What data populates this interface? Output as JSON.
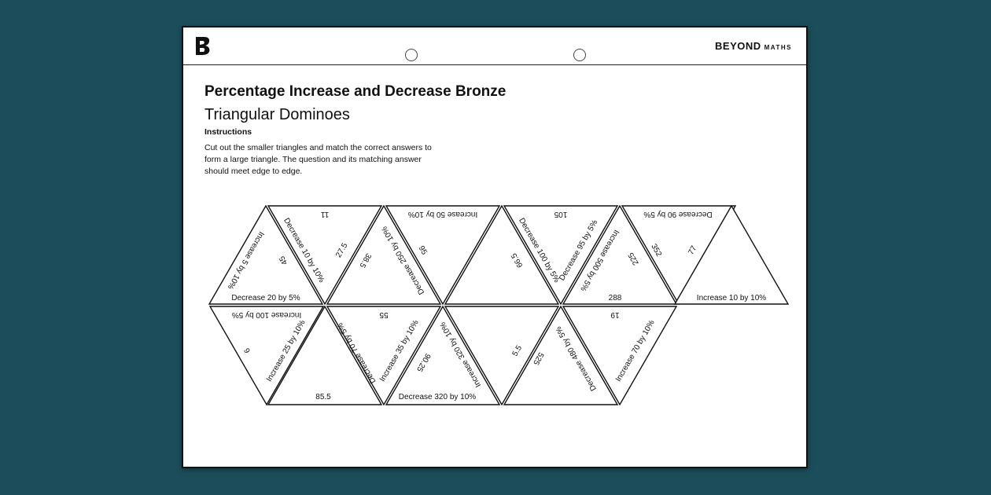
{
  "header": {
    "brand": "BEYOND",
    "brand_sub": "MATHS"
  },
  "title": "Percentage Increase and Decrease Bronze",
  "subtitle": "Triangular Dominoes",
  "instructions_heading": "Instructions",
  "instructions_text": "Cut out the smaller triangles and match the correct answers to form a large triangle. The question and its matching answer should meet edge to edge.",
  "colors": {
    "background": "#1c4d5a",
    "sheet": "#ffffff",
    "ink": "#111111"
  },
  "domino_labels": [
    "Increase 5 by 10%",
    "45",
    "Decrease 20 by 5%",
    "11",
    "Decrease 10 by 10%",
    "27.5",
    "38.5",
    "Decrease 250 by 10%",
    "Increase 50 by 10%",
    "95",
    "66.5",
    "105",
    "Decrease 100 by 5%",
    "Decrease 95 by 5%",
    "Increase 500 by 5%",
    "288",
    "225",
    "352",
    "Decrease 90 by 5%",
    "77",
    "Increase 10 by 10%",
    "Increase 100 by 5%",
    "9",
    "Increase 25 by 10%",
    "85.5",
    "Decrease 70 by 5%",
    "55",
    "Increase 35 by 10%",
    "90.25",
    "Decrease 320 by 10%",
    "Increase 320 by 10%",
    "5.5",
    "525",
    "Decrease 480 by 5%",
    "19",
    "Increase 70 by 10%"
  ]
}
